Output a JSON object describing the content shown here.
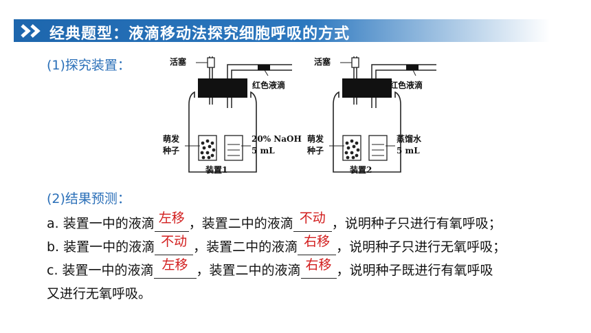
{
  "banner": {
    "title": "经典题型：液滴移动法探究细胞呼吸的方式",
    "icon": "double-chevron-icon"
  },
  "section1": "(1)探究装置：",
  "figure": {
    "stopcock": "活塞",
    "droplet": "红色液滴",
    "seeds": [
      "萌发",
      "种子"
    ],
    "device1": {
      "liquid_a": "20% NaOH",
      "liquid_b": "5 mL",
      "caption": "装置1"
    },
    "device2": {
      "liquid_a": "蒸馏水",
      "liquid_b": "5 mL",
      "caption": "装置2"
    }
  },
  "section2": "(2)结果预测：",
  "lines": {
    "a": {
      "p1": "a. 装置一中的液滴",
      "ans1": "左移",
      "p2": "，装置二中的液滴",
      "ans2": "不动",
      "p3": "，说明种子只进行有氧呼吸；"
    },
    "b": {
      "p1": "b. 装置一中的液滴",
      "ans1": "不动",
      "p2": "，装置二中的液滴",
      "ans2": "右移",
      "p3": "，说明种子只进行无氧呼吸；"
    },
    "c": {
      "p1": "c. 装置一中的液滴",
      "ans1": "左移",
      "p2": "，装置二中的液滴",
      "ans2": "右移",
      "p3": "，说明种子既进行有氧呼吸"
    },
    "d": {
      "p1": "又进行无氧呼吸。"
    }
  },
  "colors": {
    "banner": "#1d66ad",
    "section": "#2a6fb8",
    "answer": "#d21d1d"
  }
}
